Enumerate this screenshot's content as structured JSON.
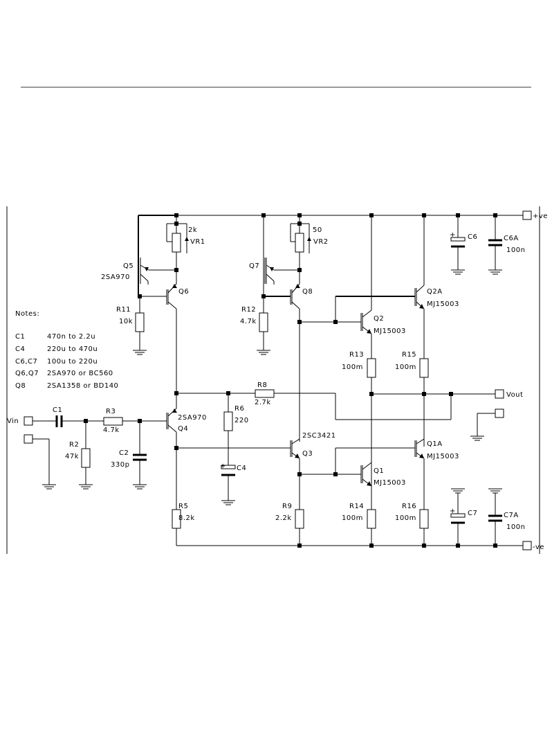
{
  "labels": {
    "pos_rail": "+ve",
    "neg_rail": "-ve",
    "vin": "Vin",
    "vout": "Vout"
  },
  "components": {
    "Q5": {
      "name": "Q5",
      "value": "2SA970"
    },
    "Q6": {
      "name": "Q6"
    },
    "Q7": {
      "name": "Q7"
    },
    "Q8": {
      "name": "Q8"
    },
    "Q4": {
      "name": "Q4",
      "value": "2SA970"
    },
    "Q3": {
      "name": "Q3",
      "value": "2SC3421"
    },
    "Q2": {
      "name": "Q2",
      "value": "MJ15003"
    },
    "Q2A": {
      "name": "Q2A",
      "value": "MJ15003"
    },
    "Q1": {
      "name": "Q1",
      "value": "MJ15003"
    },
    "Q1A": {
      "name": "Q1A",
      "value": "MJ15003"
    },
    "VR1": {
      "name": "VR1",
      "value": "2k"
    },
    "VR2": {
      "name": "VR2",
      "value": "50"
    },
    "R11": {
      "name": "R11",
      "value": "10k"
    },
    "R12": {
      "name": "R12",
      "value": "4.7k"
    },
    "R13": {
      "name": "R13",
      "value": "100m"
    },
    "R15": {
      "name": "R15",
      "value": "100m"
    },
    "R8": {
      "name": "R8",
      "value": "2.7k"
    },
    "R6": {
      "name": "R6",
      "value": "220"
    },
    "R3": {
      "name": "R3",
      "value": "4.7k"
    },
    "R2": {
      "name": "R2",
      "value": "47k"
    },
    "R5": {
      "name": "R5",
      "value": "8.2k"
    },
    "R9": {
      "name": "R9",
      "value": "2.2k"
    },
    "R14": {
      "name": "R14",
      "value": "100m"
    },
    "R16": {
      "name": "R16",
      "value": "100m"
    },
    "C1": {
      "name": "C1"
    },
    "C2": {
      "name": "C2",
      "value": "330p"
    },
    "C4": {
      "name": "C4"
    },
    "C6": {
      "name": "C6"
    },
    "C6A": {
      "name": "C6A",
      "value": "100n"
    },
    "C7": {
      "name": "C7"
    },
    "C7A": {
      "name": "C7A",
      "value": "100n"
    }
  },
  "notes": {
    "title": "Notes:",
    "rows": [
      {
        "ref": "C1",
        "value": "470n to 2.2u"
      },
      {
        "ref": "C4",
        "value": "220u to 470u"
      },
      {
        "ref": "C6,C7",
        "value": "100u to 220u"
      },
      {
        "ref": "Q6,Q7",
        "value": "2SA970 or BC560"
      },
      {
        "ref": "Q8",
        "value": "2SA1358 or BD140"
      }
    ]
  }
}
